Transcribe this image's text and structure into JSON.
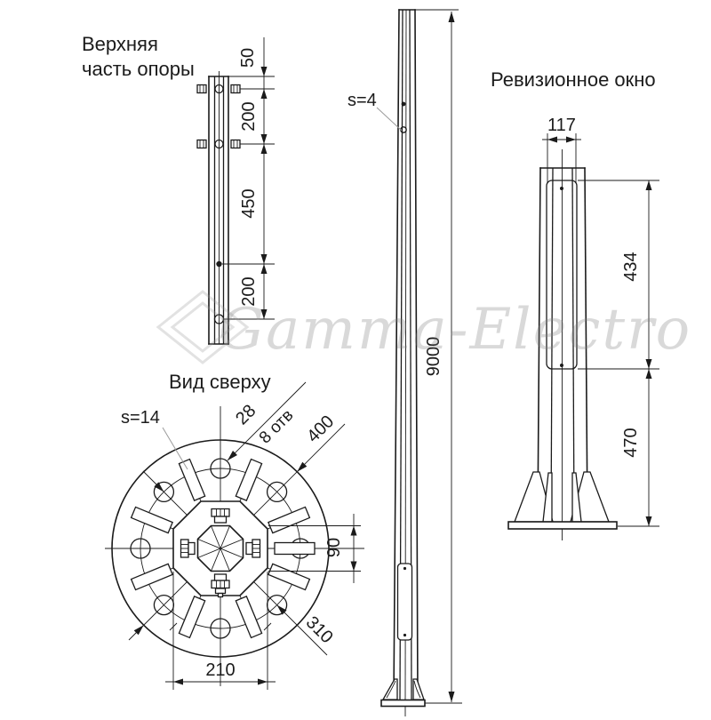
{
  "watermark": {
    "text": "Gamma-Electro"
  },
  "upper_part_view": {
    "title_line1": "Верхняя",
    "title_line2": "часть опоры",
    "dim_top_offset": "50",
    "dim_bolt_spacing": "200",
    "dim_mid": "450",
    "dim_lower": "200"
  },
  "pole_view": {
    "wall_thickness": "s=4",
    "dim_height": "9000"
  },
  "window_view": {
    "title": "Ревизионное окно",
    "dim_width": "117",
    "dim_window_height": "434",
    "dim_bottom": "470"
  },
  "top_view": {
    "title": "Вид сверху",
    "plate_thickness": "s=14",
    "dim_hole": "28",
    "holes_note": "8 отв",
    "dim_outer": "400",
    "dim_inner_flat": "90",
    "dim_bolt_circle": "310",
    "dim_base_flat": "210"
  }
}
